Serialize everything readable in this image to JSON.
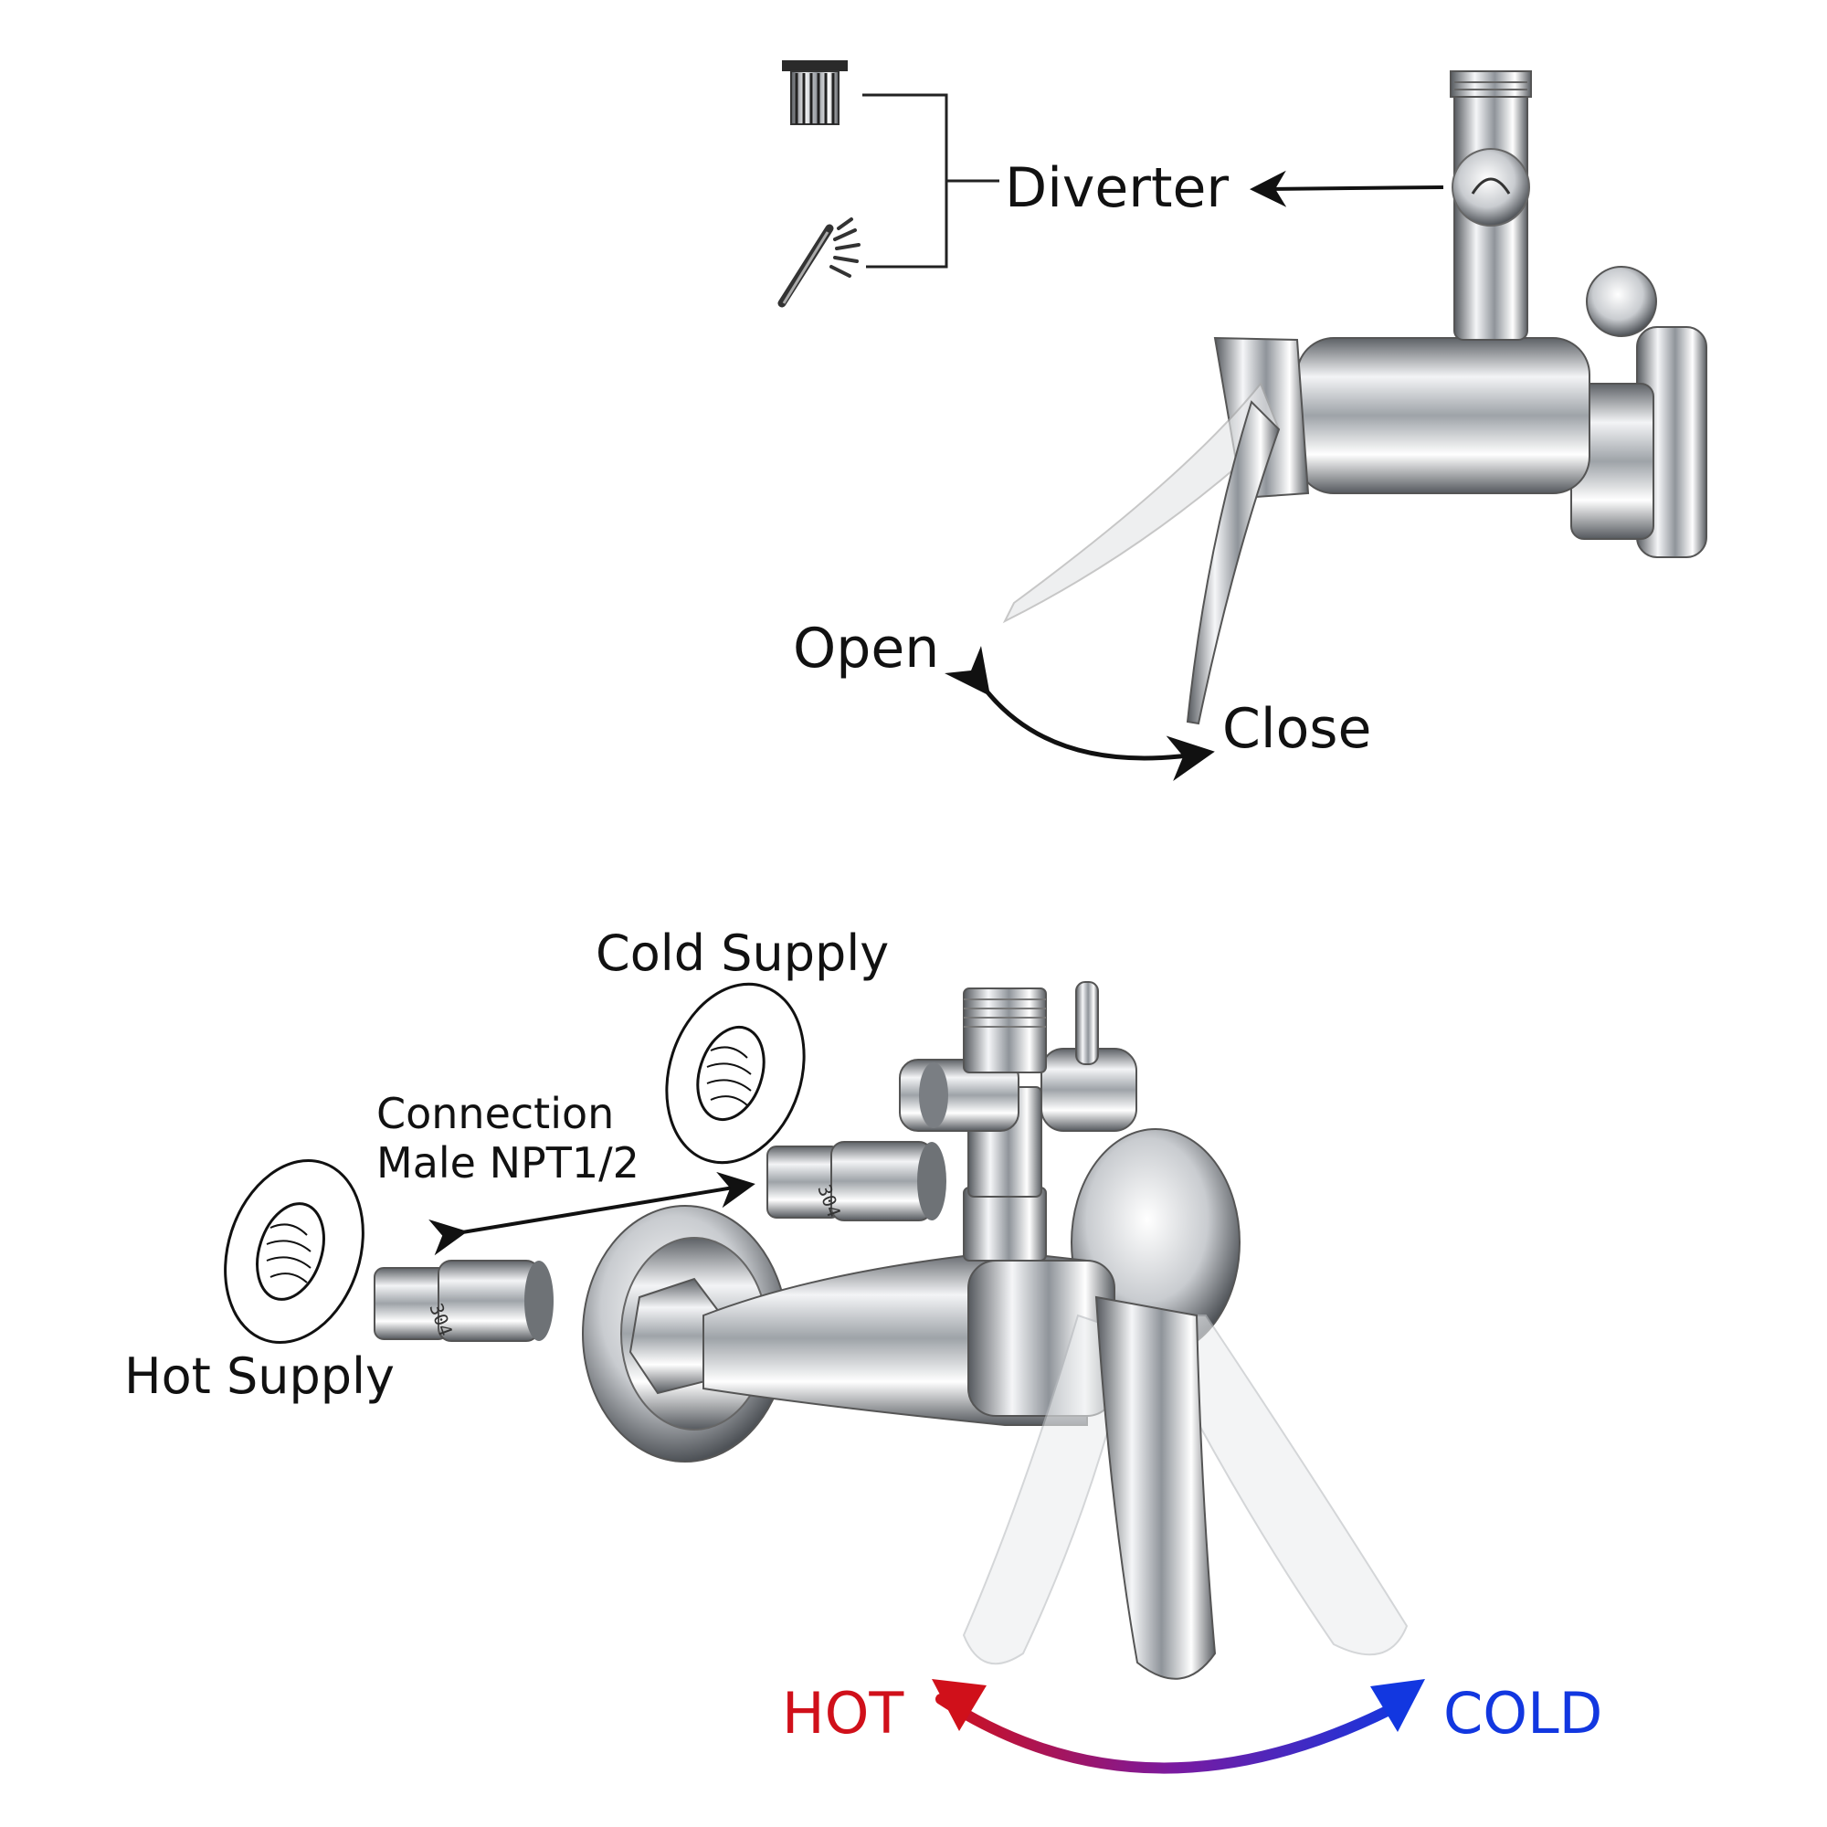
{
  "labels": {
    "diverter": "Diverter",
    "open": "Open",
    "close": "Close",
    "cold_supply": "Cold Supply",
    "connection_line1": "Connection",
    "connection_line2": "Male NPT1/2",
    "hot_supply": "Hot Supply",
    "hot": "HOT",
    "cold": "COLD"
  },
  "fitting_stamp": "304",
  "colors": {
    "text": "#111111",
    "hot": "#d0101a",
    "cold": "#1237e0",
    "chrome_dark": "#6f7378",
    "chrome_light": "#f4f5f7"
  },
  "icons": [
    "rain-shower-head-icon",
    "hand-shower-icon"
  ]
}
